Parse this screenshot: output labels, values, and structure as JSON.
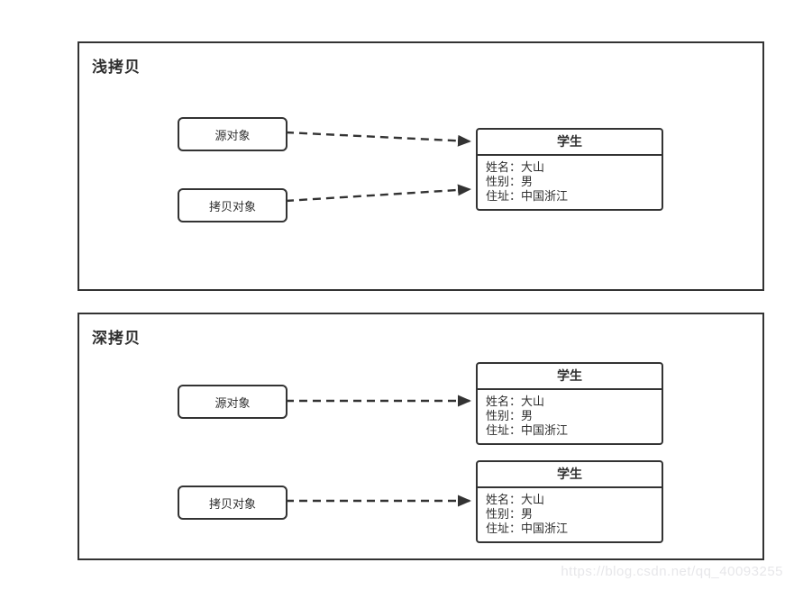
{
  "panels": [
    {
      "title": "浅拷贝",
      "source_label": "源对象",
      "copy_label": "拷贝对象"
    },
    {
      "title": "深拷贝",
      "source_label": "源对象",
      "copy_label": "拷贝对象"
    }
  ],
  "student": {
    "title": "学生",
    "fields": [
      "姓名：大山",
      "性别：男",
      "住址：中国浙江"
    ]
  },
  "connections": [
    {
      "panel": "浅拷贝",
      "from": "源对象",
      "to": "学生",
      "style": "dashed-arrow"
    },
    {
      "panel": "浅拷贝",
      "from": "拷贝对象",
      "to": "学生",
      "style": "dashed-arrow"
    },
    {
      "panel": "深拷贝",
      "from": "源对象",
      "to": "学生 (copy 1)",
      "style": "dashed-arrow"
    },
    {
      "panel": "深拷贝",
      "from": "拷贝对象",
      "to": "学生 (copy 2)",
      "style": "dashed-arrow"
    }
  ],
  "watermark": {
    "text": "https://blog.csdn.net/qq_40093255"
  },
  "colors": {
    "line": "#333333",
    "background": "#ffffff",
    "watermark_text": "#e7e7ea"
  }
}
